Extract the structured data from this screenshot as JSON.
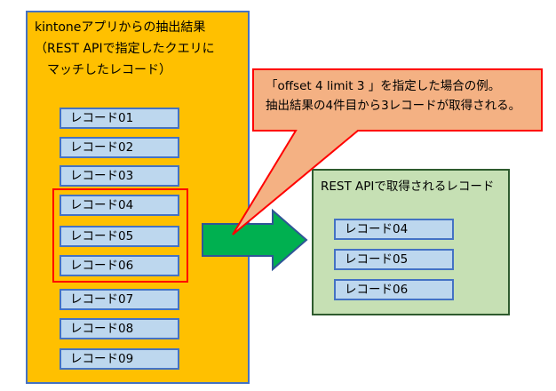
{
  "left_panel": {
    "title_lines": [
      "kintoneアプリからの抽出結果",
      "（REST APIで指定したクエリに",
      "　マッチしたレコード）"
    ],
    "records": [
      "レコード01",
      "レコード02",
      "レコード03",
      "レコード04",
      "レコード05",
      "レコード06",
      "レコード07",
      "レコード08",
      "レコード09"
    ]
  },
  "callout": {
    "lines": [
      "「offset 4 limit 3 」を指定した場合の例。",
      "抽出結果の4件目から3レコードが取得される。"
    ]
  },
  "right_panel": {
    "title": "REST APIで取得されるレコード",
    "records": [
      "レコード04",
      "レコード05",
      "レコード06"
    ]
  },
  "colors": {
    "left_panel_fill": "#ffc000",
    "panel_border": "#4472c4",
    "record_fill": "#bdd7ee",
    "highlight": "#ff0000",
    "callout_fill": "#f4b183",
    "right_panel_fill": "#c6e0b4",
    "arrow_fill": "#00b050",
    "arrow_stroke": "#2f5597"
  }
}
